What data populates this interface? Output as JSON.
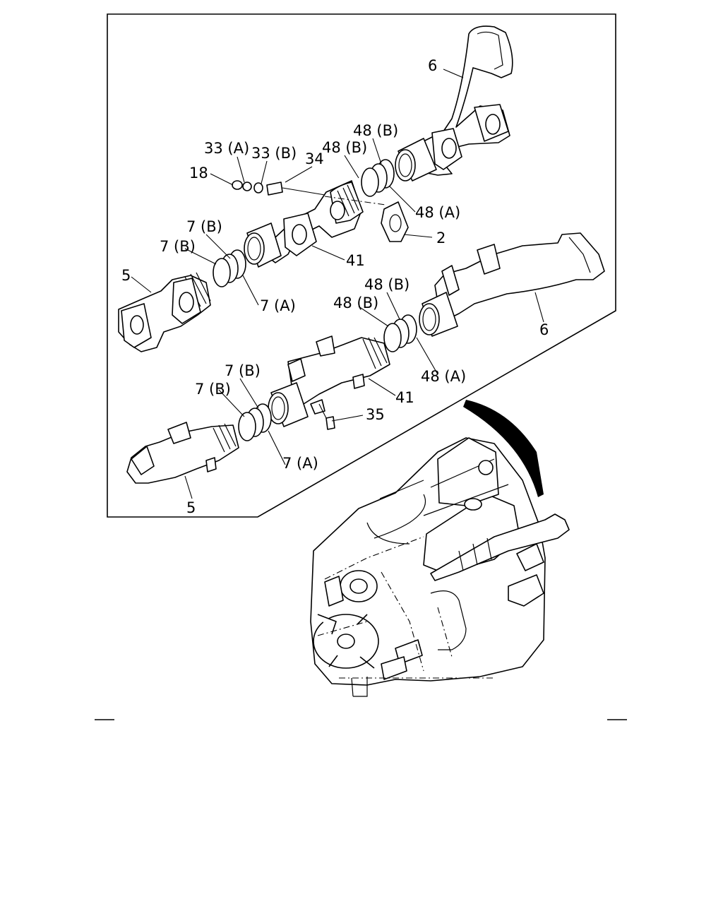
{
  "diagram": {
    "callouts": {
      "c33a": "33 (A)",
      "c33b": "33 (B)",
      "c34": "34",
      "c18": "18",
      "c48b_1": "48 (B)",
      "c48b_2": "48 (B)",
      "c48a_1": "48 (A)",
      "c6_top": "6",
      "c2": "2",
      "c41_top": "41",
      "c7b_1": "7 (B)",
      "c7b_2": "7 (B)",
      "c7a_1": "7 (A)",
      "c5_top": "5",
      "c48b_3": "48 (B)",
      "c48b_4": "48 (B)",
      "c48a_2": "48 (A)",
      "c6_bottom": "6",
      "c41_bottom": "41",
      "c35": "35",
      "c7b_3": "7 (B)",
      "c7b_4": "7 (B)",
      "c7a_2": "7 (A)",
      "c5_bottom": "5"
    }
  }
}
